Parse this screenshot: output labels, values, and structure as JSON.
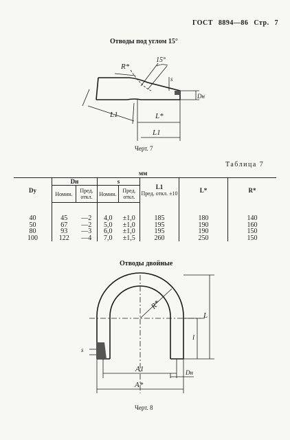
{
  "header": {
    "standard": "ГОСТ",
    "number": "8894—86",
    "page_label": "Стр.",
    "page_number": "7"
  },
  "section1": {
    "title": "Отводы под углом 15°",
    "caption": "Черт. 7",
    "labels": {
      "R": "R*",
      "angle": "15°",
      "s": "s",
      "Dn": "Dн",
      "L1": "L1",
      "L": "L*"
    }
  },
  "table": {
    "title": "Таблица 7",
    "unit": "мм",
    "headers": {
      "dy": "Dу",
      "dn": "Dн",
      "s": "s",
      "l1": "L1",
      "l": "L*",
      "r": "R*"
    },
    "subheaders": {
      "nom": "Номин.",
      "dev": "Пред. откл.",
      "l1_dev": "Пред. откл. ±10"
    },
    "rows": [
      {
        "dy": "40",
        "dn": "45",
        "dn_dev": "—2",
        "s": "4,0",
        "s_dev": "±1,0",
        "l1": "185",
        "l": "180",
        "r": "140"
      },
      {
        "dy": "50",
        "dn": "67",
        "dn_dev": "—2",
        "s": "5,0",
        "s_dev": "±1,0",
        "l1": "195",
        "l": "190",
        "r": "160"
      },
      {
        "dy": "80",
        "dn": "93",
        "dn_dev": "—3",
        "s": "6,0",
        "s_dev": "±1,0",
        "l1": "195",
        "l": "190",
        "r": "150"
      },
      {
        "dy": "100",
        "dn": "122",
        "dn_dev": "—4",
        "s": "7,0",
        "s_dev": "±1,5",
        "l1": "260",
        "l": "250",
        "r": "150"
      }
    ]
  },
  "section2": {
    "title": "Отводы двойные",
    "caption": "Черт. 8",
    "labels": {
      "R": "R*",
      "L": "L",
      "l": "l",
      "s": "s",
      "A1": "A1",
      "Dn": "Dн",
      "A": "A*"
    }
  }
}
